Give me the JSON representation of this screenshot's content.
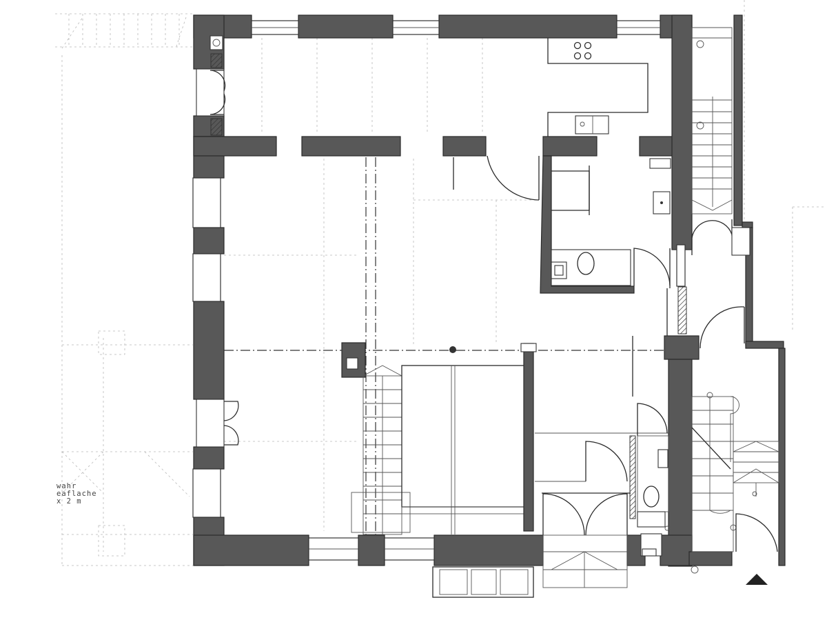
{
  "annotation": {
    "line1": "wahr",
    "line2": "eaflache",
    "line3": "x 2 m"
  }
}
